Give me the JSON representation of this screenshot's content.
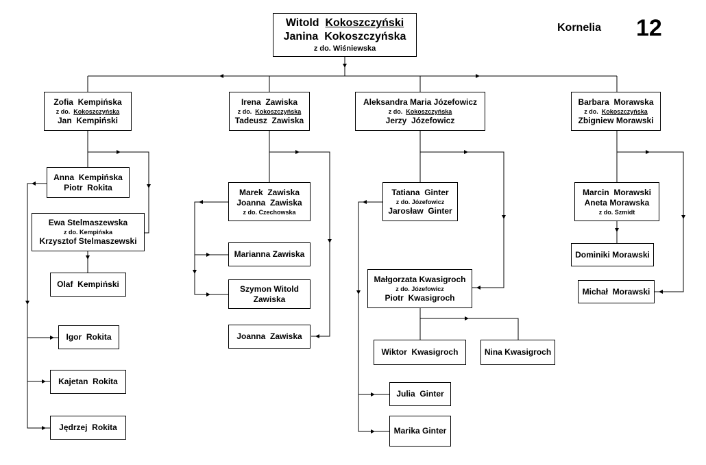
{
  "header": {
    "label": "Kornelia",
    "page_number": "12"
  },
  "root": {
    "line1_given": "Witold",
    "line1_surname": "Kokoszczyński",
    "line2": "Janina  Kokoszczyńska",
    "line3": "z do. Wiśniewska"
  },
  "families": {
    "zofia": {
      "line1": "Zofia  Kempińska",
      "maiden_prefix": "z do.",
      "maiden_name": "Kokoszczyńska",
      "line3": "Jan  Kempiński"
    },
    "irena": {
      "line1": "Irena  Zawiska",
      "maiden_prefix": "z do.",
      "maiden_name": "Kokoszczyńska",
      "line3": "Tadeusz  Zawiska"
    },
    "aleksandra": {
      "line1": "Aleksandra Maria Józefowicz",
      "maiden_prefix": "z do.",
      "maiden_name": "Kokoszczyńska",
      "line3": "Jerzy  Józefowicz"
    },
    "barbara": {
      "line1": "Barbara  Morawska",
      "maiden_prefix": "z do.",
      "maiden_name": "Kokoszczyńska",
      "line3": "Zbigniew Morawski"
    }
  },
  "people": {
    "anna": {
      "line1": "Anna  Kempińska",
      "line2": "Piotr  Rokita"
    },
    "ewa": {
      "line1": "Ewa Stelmaszewska",
      "line2": "z do. Kempińska",
      "line3": "Krzysztof Stelmaszewski"
    },
    "olaf": {
      "line1": "Olaf  Kempiński"
    },
    "igor": {
      "line1": "Igor  Rokita"
    },
    "kajetan": {
      "line1": "Kajetan  Rokita"
    },
    "jedrzej": {
      "line1": "Jędrzej  Rokita"
    },
    "marek": {
      "line1": "Marek  Zawiska",
      "line2": "Joanna  Zawiska",
      "line3": "z do. Czechowska"
    },
    "marianna": {
      "line1": "Marianna Zawiska"
    },
    "szymon": {
      "line1": "Szymon Witold",
      "line2": "Zawiska"
    },
    "joanna": {
      "line1": "Joanna  Zawiska"
    },
    "tatiana": {
      "line1": "Tatiana  Ginter",
      "line2": "z do. Józefowicz",
      "line3": "Jarosław  Ginter"
    },
    "malgorzata": {
      "line1": "Małgorzata Kwasigroch",
      "line2": "z do. Józefowicz",
      "line3": "Piotr  Kwasigroch"
    },
    "wiktor": {
      "line1": "Wiktor  Kwasigroch"
    },
    "nina": {
      "line1": "Nina Kwasigroch"
    },
    "julia": {
      "line1": "Julia  Ginter"
    },
    "marika": {
      "line1": "Marika Ginter"
    },
    "marcin": {
      "line1": "Marcin  Morawski",
      "line2": "Aneta Morawska",
      "line3": "z do. Szmidt"
    },
    "dominiki": {
      "line1": "Dominiki Morawski"
    },
    "michal": {
      "line1": "Michał  Morawski"
    }
  }
}
